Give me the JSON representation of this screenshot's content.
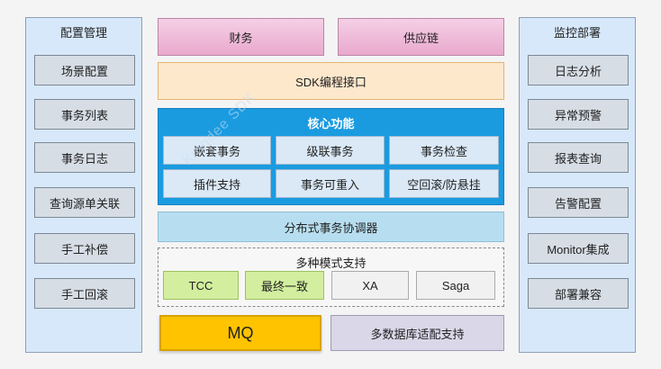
{
  "left_column": {
    "title": "配置管理",
    "items": [
      "场景配置",
      "事务列表",
      "事务日志",
      "查询源单关联",
      "手工补偿",
      "手工回滚"
    ]
  },
  "right_column": {
    "title": "监控部署",
    "items": [
      "日志分析",
      "异常预警",
      "报表查询",
      "告警配置",
      "Monitor集成",
      "部署兼容"
    ]
  },
  "top_row": [
    "财务",
    "供应链"
  ],
  "sdk": "SDK编程接口",
  "core": {
    "title": "核心功能",
    "cells": [
      "嵌套事务",
      "级联事务",
      "事务检查",
      "插件支持",
      "事务可重入",
      "空回滚/防悬挂"
    ]
  },
  "coordinator": "分布式事务协调器",
  "modes": {
    "title": "多种模式支持",
    "items": [
      "TCC",
      "最终一致",
      "XA",
      "Saga"
    ]
  },
  "bottom": {
    "mq": "MQ",
    "db": "多数据库适配支持"
  },
  "watermark": "Kingdee SDK"
}
